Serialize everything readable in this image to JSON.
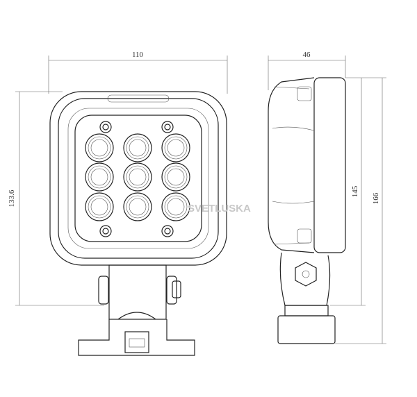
{
  "dimensions": {
    "front_width": "110",
    "front_height": "133.6",
    "side_depth": "46",
    "side_height_housing": "145",
    "side_height_total": "166"
  },
  "watermark": "SVETLUSKA",
  "led_count": 9,
  "colors": {
    "line": "#222222",
    "watermark": "#c8c8c8"
  }
}
